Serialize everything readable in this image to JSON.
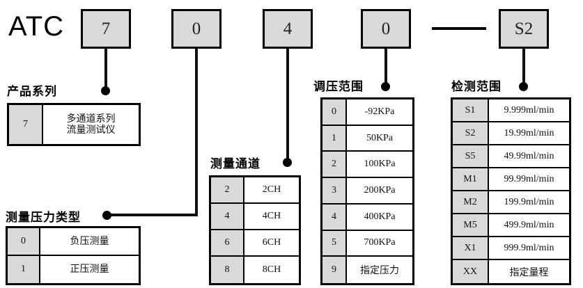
{
  "model_row": {
    "brand": "ATC",
    "codes": [
      "7",
      "0",
      "4",
      "0",
      "S2"
    ],
    "separator": "—"
  },
  "sections": {
    "product_series": {
      "label": "产品系列",
      "rows": [
        {
          "code": "7",
          "desc": "多通道系列\n流量测试仪"
        }
      ]
    },
    "pressure_type": {
      "label": "测量压力类型",
      "rows": [
        {
          "code": "0",
          "desc": "负压测量"
        },
        {
          "code": "1",
          "desc": "正压测量"
        }
      ]
    },
    "channel": {
      "label": "测量通道",
      "rows": [
        {
          "code": "2",
          "desc": "2CH"
        },
        {
          "code": "4",
          "desc": "4CH"
        },
        {
          "code": "6",
          "desc": "6CH"
        },
        {
          "code": "8",
          "desc": "8CH"
        }
      ]
    },
    "pressure_range": {
      "label": "调压范围",
      "rows": [
        {
          "code": "0",
          "desc": "-92KPa"
        },
        {
          "code": "1",
          "desc": "50KPa"
        },
        {
          "code": "2",
          "desc": "100KPa"
        },
        {
          "code": "3",
          "desc": "200KPa"
        },
        {
          "code": "4",
          "desc": "400KPa"
        },
        {
          "code": "5",
          "desc": "700KPa"
        },
        {
          "code": "9",
          "desc": "指定压力"
        }
      ]
    },
    "detection_range": {
      "label": "检测范围",
      "rows": [
        {
          "code": "S1",
          "desc": "9.999ml/min"
        },
        {
          "code": "S2",
          "desc": "19.99ml/min"
        },
        {
          "code": "S5",
          "desc": "49.99ml/min"
        },
        {
          "code": "M1",
          "desc": "99.99ml/min"
        },
        {
          "code": "M2",
          "desc": "199.9ml/min"
        },
        {
          "code": "M5",
          "desc": "499.9ml/min"
        },
        {
          "code": "X1",
          "desc": "999.9ml/min"
        },
        {
          "code": "XX",
          "desc": "指定量程"
        }
      ]
    }
  },
  "colors": {
    "code_fill": "#d9d9d9",
    "line": "#000000",
    "background": "#ffffff"
  }
}
